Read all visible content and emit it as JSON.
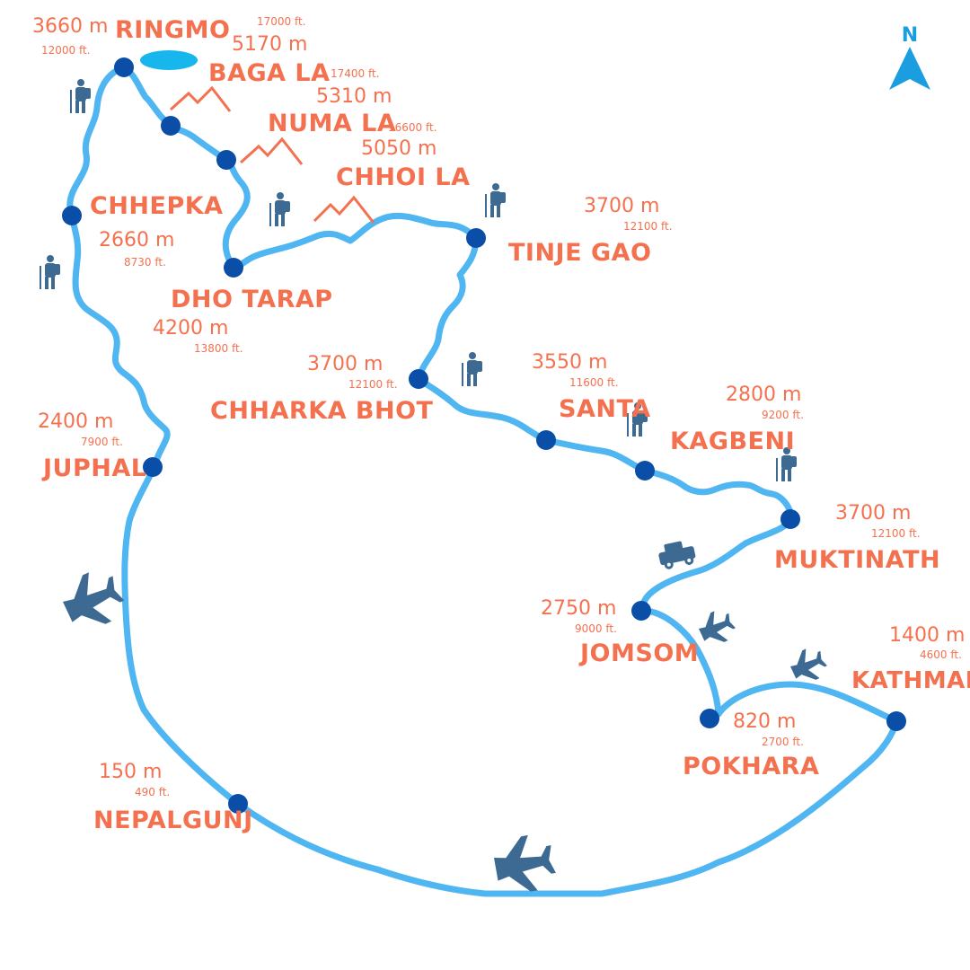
{
  "compass": {
    "label": "N",
    "color": "#1a9ee0"
  },
  "colors": {
    "route": "#4fb6f2",
    "stop": "#0a4ea8",
    "label": "#f4714f",
    "icon": "#3d6a93",
    "lake": "#17b6ec"
  },
  "places": [
    {
      "id": "ringmo",
      "name": "RINGMO",
      "meters": "3660 m",
      "feet": "12000 ft."
    },
    {
      "id": "baga-la",
      "name": "BAGA LA",
      "meters": "5170 m",
      "feet": "17000 ft."
    },
    {
      "id": "numa-la",
      "name": "NUMA LA",
      "meters": "5310 m",
      "feet": "17400 ft."
    },
    {
      "id": "chhoi-la",
      "name": "CHHOI LA",
      "meters": "5050 m",
      "feet": "16600 ft."
    },
    {
      "id": "chhepka",
      "name": "CHHEPKA",
      "meters": "2660 m",
      "feet": "8730 ft."
    },
    {
      "id": "dho-tarap",
      "name": "DHO TARAP",
      "meters": "4200 m",
      "feet": "13800 ft."
    },
    {
      "id": "tinje-gao",
      "name": "TINJE GAO",
      "meters": "3700 m",
      "feet": "12100 ft."
    },
    {
      "id": "chharka-bhot",
      "name": "CHHARKA BHOT",
      "meters": "3700 m",
      "feet": "12100 ft."
    },
    {
      "id": "santa",
      "name": "SANTA",
      "meters": "3550 m",
      "feet": "11600 ft."
    },
    {
      "id": "kagbeni",
      "name": "KAGBENI",
      "meters": "2800 m",
      "feet": "9200 ft."
    },
    {
      "id": "juphal",
      "name": "JUPHAL",
      "meters": "2400 m",
      "feet": "7900 ft."
    },
    {
      "id": "muktinath",
      "name": "MUKTINATH",
      "meters": "3700 m",
      "feet": "12100 ft."
    },
    {
      "id": "jomsom",
      "name": "JOMSOM",
      "meters": "2750 m",
      "feet": "9000 ft."
    },
    {
      "id": "kathmandu",
      "name": "KATHMANDU",
      "meters": "1400 m",
      "feet": "4600 ft."
    },
    {
      "id": "pokhara",
      "name": "POKHARA",
      "meters": "820 m",
      "feet": "2700 ft."
    },
    {
      "id": "nepalgunj",
      "name": "NEPALGUNJ",
      "meters": "150 m",
      "feet": "490 ft."
    }
  ],
  "icons": {
    "hiker": "hiker-icon",
    "plane": "airplane-icon",
    "jeep": "jeep-icon",
    "mountain": "mountain-pass-icon",
    "lake": "lake-icon",
    "compass": "north-arrow-icon"
  }
}
